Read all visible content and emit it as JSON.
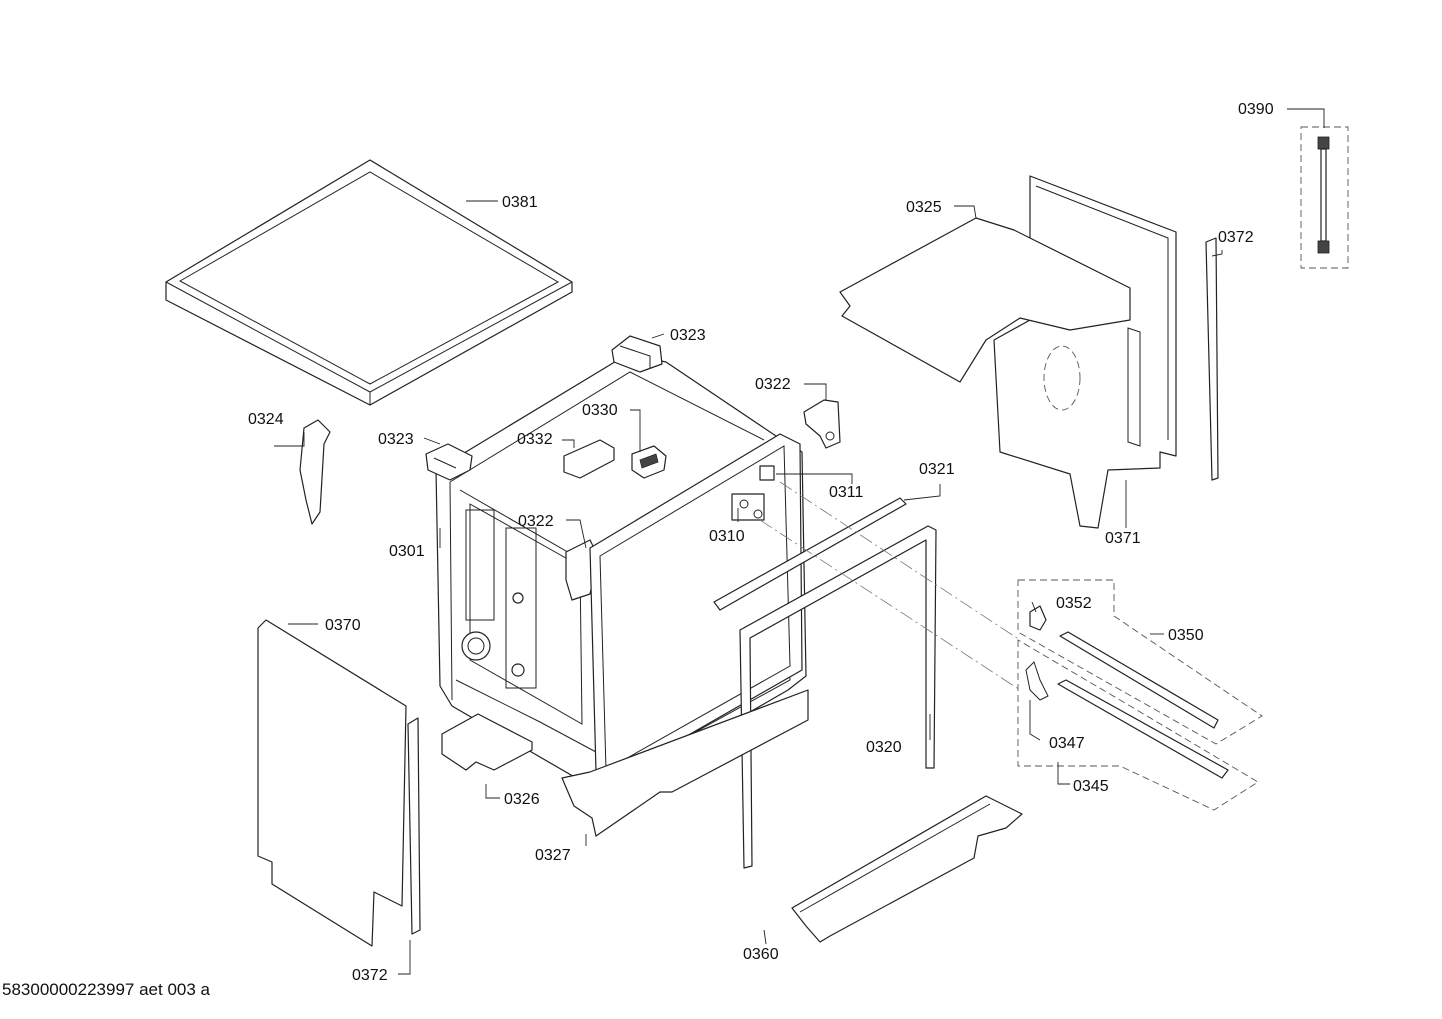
{
  "document_code": "58300000223997 aet 003 a",
  "labels": {
    "l0390": "0390",
    "l0381": "0381",
    "l0325": "0325",
    "l0372_top": "0372",
    "l0323_top": "0323",
    "l0322_top": "0322",
    "l0330": "0330",
    "l0332": "0332",
    "l0324": "0324",
    "l0323_left": "0323",
    "l0311": "0311",
    "l0321": "0321",
    "l0322_mid": "0322",
    "l0310": "0310",
    "l0301": "0301",
    "l0371": "0371",
    "l0352": "0352",
    "l0350": "0350",
    "l0370": "0370",
    "l0347": "0347",
    "l0320": "0320",
    "l0345": "0345",
    "l0326": "0326",
    "l0327": "0327",
    "l0360": "0360",
    "l0372_bottom": "0372"
  }
}
